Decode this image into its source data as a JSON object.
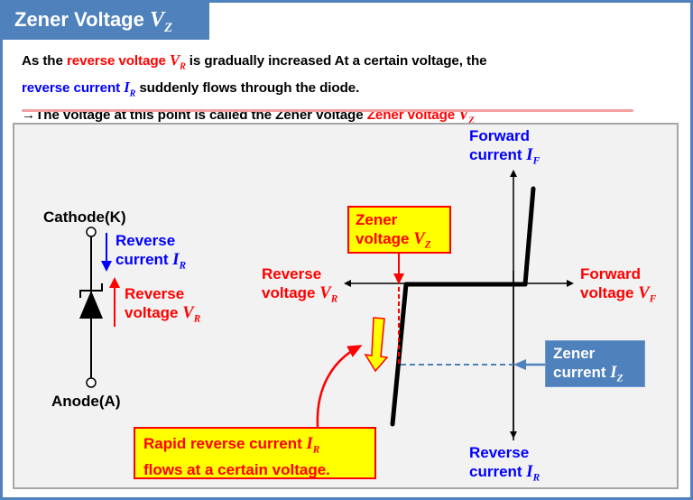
{
  "title": {
    "text": "Zener Voltage ",
    "sym": "V",
    "sub": "Z"
  },
  "intro": {
    "l1_a": "As the ",
    "l1_red": "reverse voltage ",
    "l1_sym": "V",
    "l1_sub": "R",
    "l1_b": "  is gradually increased At a certain voltage, the",
    "l2_blue": "reverse current ",
    "l2_sym": "I",
    "l2_sub": "R",
    "l2_b": " suddenly flows through the diode.",
    "l3_a": "→The voltage at this point is called the Zener voltage ",
    "l3_red": "Zener voltage ",
    "l3_sym": "V",
    "l3_sub": "Z"
  },
  "diode": {
    "cathode": "Cathode(K)",
    "anode": "Anode(A)",
    "current_l1": "Reverse",
    "current_l2": "current ",
    "current_sym": "I",
    "current_sub": "R",
    "voltage_l1": "Reverse",
    "voltage_l2": "voltage ",
    "voltage_sym": "V",
    "voltage_sub": "R"
  },
  "graph": {
    "forward_current": {
      "l1": "Forward",
      "l2": "current ",
      "sym": "I",
      "sub": "F"
    },
    "reverse_current": {
      "l1": "Reverse",
      "l2": "current ",
      "sym": "I",
      "sub": "R"
    },
    "forward_voltage": {
      "l1": "Forward",
      "l2": "voltage ",
      "sym": "V",
      "sub": "F"
    },
    "reverse_voltage": {
      "l1": "Reverse",
      "l2": "voltage ",
      "sym": "V",
      "sub": "R"
    },
    "zener_voltage_box": {
      "l1": "Zener",
      "l2": "voltage ",
      "sym": "V",
      "sub": "Z"
    },
    "zener_current_box": {
      "l1": "Zener",
      "l2": "current ",
      "sym": "I",
      "sub": "Z"
    },
    "rapid_box": {
      "l1": "Rapid reverse current ",
      "sym": "I",
      "sub": "R",
      "l2": "flows at a certain voltage."
    }
  },
  "colors": {
    "accent_blue": "#4f81bd",
    "red": "#ff0000",
    "blue": "#0000ff",
    "yellow": "#ffff00",
    "panel": "#f2f2f2"
  }
}
